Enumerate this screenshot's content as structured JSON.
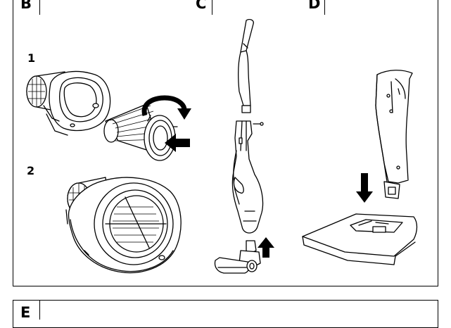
{
  "sections": {
    "B": {
      "label": "B",
      "steps": [
        "1",
        "2"
      ]
    },
    "C": {
      "label": "C"
    },
    "D": {
      "label": "D"
    },
    "E": {
      "label": "E"
    }
  },
  "icons": [
    "filter-assembly",
    "rotate-arrow",
    "push-arrow",
    "stick-vacuum",
    "up-arrow",
    "charging-base-stand",
    "down-arrow"
  ]
}
